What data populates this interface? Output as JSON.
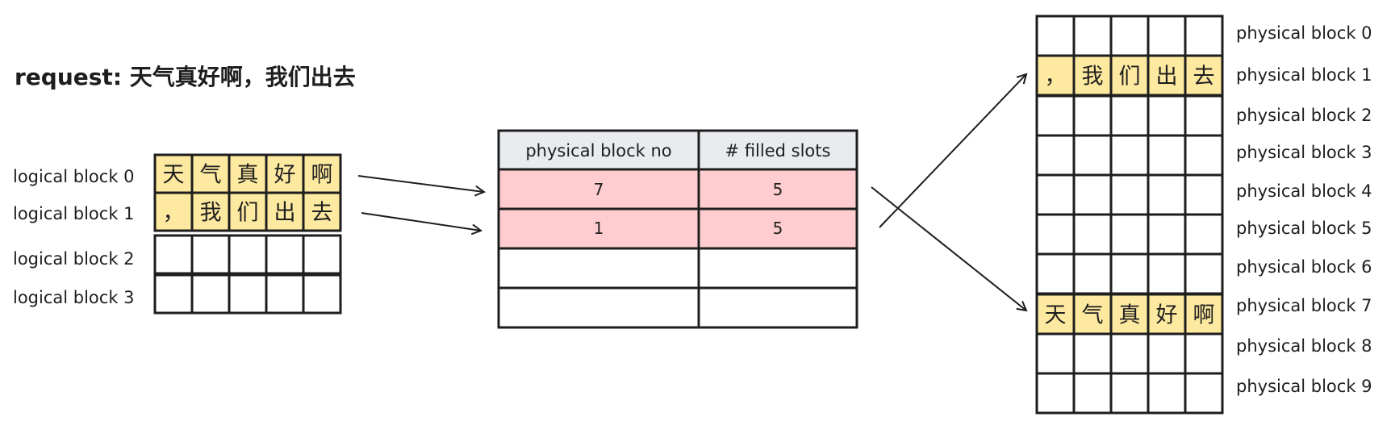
{
  "request_text": "request: 天气真好啊，我们出去",
  "colors": {
    "filled": "#fde9a0",
    "mapped_row": "#ffcccf",
    "header": "#e9ecef",
    "stroke": "#1e1e1e"
  },
  "logical_blocks": [
    {
      "label": "logical block 0",
      "tokens": [
        "天",
        "气",
        "真",
        "好",
        "啊"
      ]
    },
    {
      "label": "logical block 1",
      "tokens": [
        "，",
        "我",
        "们",
        "出",
        "去"
      ]
    },
    {
      "label": "logical block 2",
      "tokens": [
        "",
        "",
        "",
        "",
        ""
      ]
    },
    {
      "label": "logical block 3",
      "tokens": [
        "",
        "",
        "",
        "",
        ""
      ]
    }
  ],
  "block_table": {
    "headers": [
      "physical block no",
      "# filled slots"
    ],
    "rows": [
      {
        "physical_block_no": "7",
        "filled_slots": "5"
      },
      {
        "physical_block_no": "1",
        "filled_slots": "5"
      },
      {
        "physical_block_no": "",
        "filled_slots": ""
      },
      {
        "physical_block_no": "",
        "filled_slots": ""
      }
    ]
  },
  "physical_blocks": [
    {
      "label": "physical block 0",
      "tokens": [
        "",
        "",
        "",
        "",
        ""
      ]
    },
    {
      "label": "physical block 1",
      "tokens": [
        "，",
        "我",
        "们",
        "出",
        "去"
      ]
    },
    {
      "label": "physical block 2",
      "tokens": [
        "",
        "",
        "",
        "",
        ""
      ]
    },
    {
      "label": "physical block 3",
      "tokens": [
        "",
        "",
        "",
        "",
        ""
      ]
    },
    {
      "label": "physical block 4",
      "tokens": [
        "",
        "",
        "",
        "",
        ""
      ]
    },
    {
      "label": "physical block 5",
      "tokens": [
        "",
        "",
        "",
        "",
        ""
      ]
    },
    {
      "label": "physical block 6",
      "tokens": [
        "",
        "",
        "",
        "",
        ""
      ]
    },
    {
      "label": "physical block 7",
      "tokens": [
        "天",
        "气",
        "真",
        "好",
        "啊"
      ]
    },
    {
      "label": "physical block 8",
      "tokens": [
        "",
        "",
        "",
        "",
        ""
      ]
    },
    {
      "label": "physical block 9",
      "tokens": [
        "",
        "",
        "",
        "",
        ""
      ]
    }
  ]
}
